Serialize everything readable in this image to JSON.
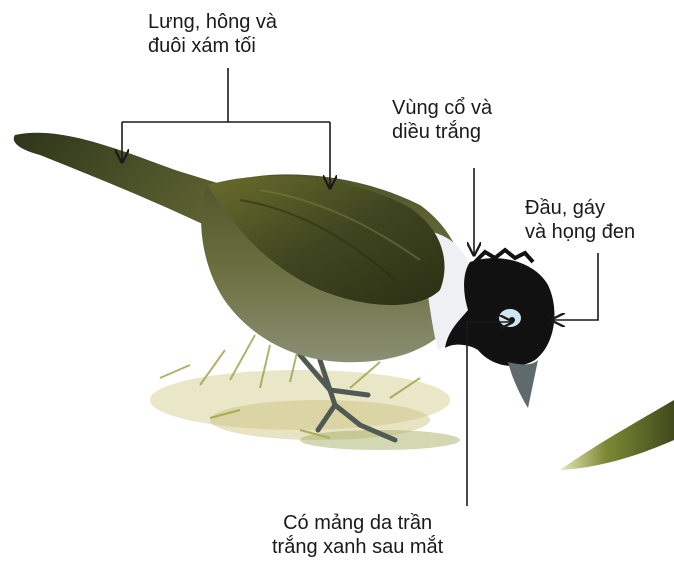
{
  "labels": {
    "back_rump_tail": [
      "Lưng, hông và",
      "đuôi xám tối"
    ],
    "throat_flank": [
      "Vùng cổ và",
      "diều trắng"
    ],
    "head_nape_throat": [
      "Đầu, gáy",
      "và họng đen"
    ],
    "bare_skin": [
      "Có mảng da trần",
      "trắng xanh sau mắt"
    ]
  },
  "colors": {
    "plumage_dark_olive": "#3f4525",
    "plumage_mid_olive": "#5f6633",
    "throat_white": "#eef0f4",
    "head_black": "#111111",
    "eye_skin": "#cfe6f2",
    "grass": "#b5b260",
    "leader_line": "#1a1a1a"
  }
}
